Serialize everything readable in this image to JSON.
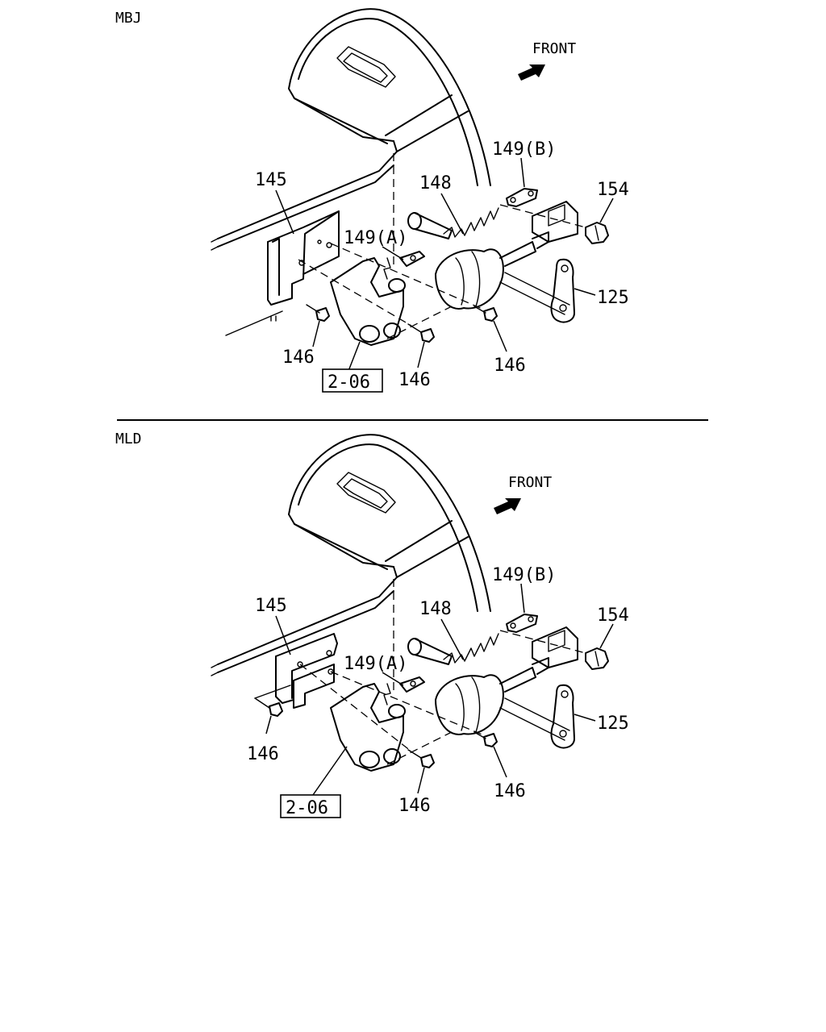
{
  "sections": [
    {
      "variant_label": "MBJ",
      "front_label": "FRONT",
      "callouts": {
        "c145": "145",
        "c148": "148",
        "c149b": "149(B)",
        "c149a": "149(A)",
        "c154": "154",
        "c125": "125",
        "c146_left": "146",
        "c146_mid": "146",
        "c146_right": "146",
        "ref_box": "2-06"
      }
    },
    {
      "variant_label": "MLD",
      "front_label": "FRONT",
      "callouts": {
        "c145": "145",
        "c148": "148",
        "c149b": "149(B)",
        "c149a": "149(A)",
        "c154": "154",
        "c125": "125",
        "c146_left": "146",
        "c146_mid": "146",
        "c146_right": "146",
        "ref_box": "2-06"
      }
    }
  ]
}
